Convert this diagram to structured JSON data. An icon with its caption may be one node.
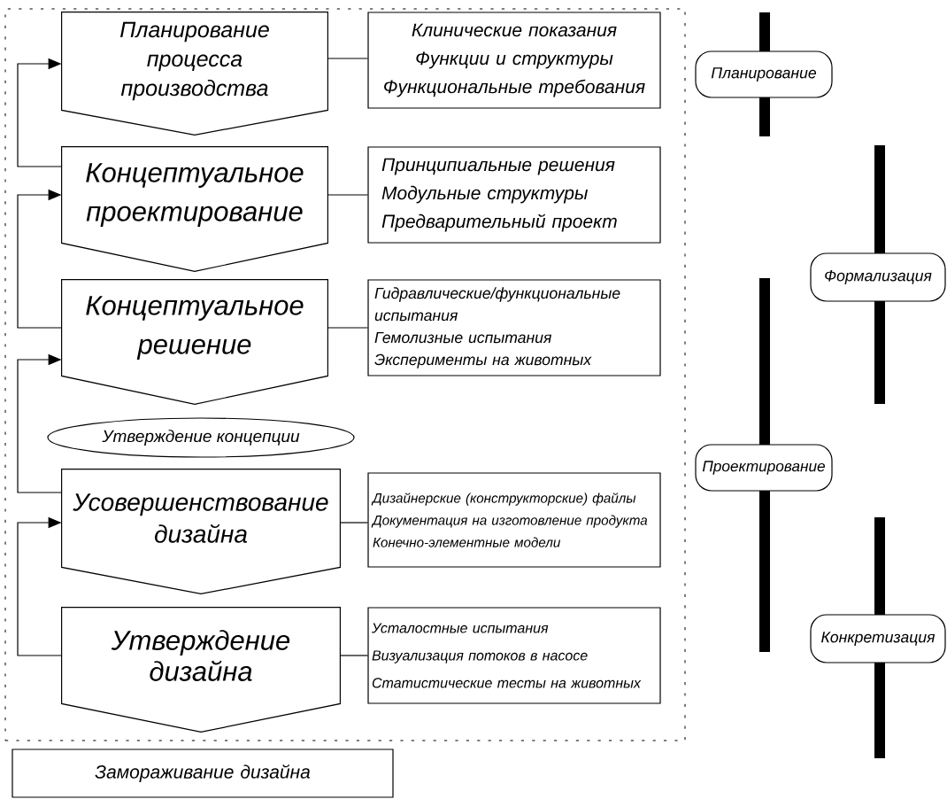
{
  "diagram": {
    "nodes": [
      {
        "text": [],
        "shape": "box"
      },
      {
        "text": [
          "Планирование процесса производства"
        ],
        "in": 0
      },
      {
        "text": [
          "Клинические показания",
          "Функции и структуры",
          "Функциональные требования"
        ],
        "in": 0
      },
      {
        "text": [
          "Концептуальное проектирование"
        ],
        "in": 0
      },
      {
        "text": [
          "Принципиальные решения",
          "Модульные структуры",
          "Предварительный проект"
        ],
        "in": 0
      },
      {
        "text": [
          "Концептуальное решение"
        ],
        "in": 0
      },
      {
        "text": [
          "Гидравлические/функциональные испытания",
          "Гемолизные испытания",
          "Эксперименты на животных"
        ],
        "in": 0
      },
      {
        "text": [
          "Утверждение концепции"
        ],
        "in": 0
      },
      {
        "text": [
          "Усовершенствование дизайна"
        ],
        "in": 0
      },
      {
        "text": [
          "Дизайнерские (конструкторские) файлы",
          "Документация на изготовление продукта",
          "Конечно-элементные модели"
        ],
        "in": 0
      },
      {
        "text": [
          "Утверждение дизайна"
        ],
        "in": 0
      },
      {
        "text": [
          "Усталостные испытания",
          "Визуализация потоков в насосе",
          "Статистические тесты на животных"
        ],
        "in": 0
      },
      {
        "text": [
          "Замораживание дизайна"
        ]
      },
      {
        "text": [
          "Планирование"
        ]
      },
      {
        "text": [
          "Формализация"
        ]
      },
      {
        "text": [
          "Проектирование"
        ]
      },
      {
        "text": [
          "Конкретизация"
        ]
      }
    ],
    "edges": [
      {
        "from": 1,
        "to": 2,
        "arrow": "none"
      },
      {
        "from": 3,
        "to": 4,
        "arrow": "none"
      },
      {
        "from": 5,
        "to": 6,
        "arrow": "none"
      },
      {
        "from": 8,
        "to": 9,
        "arrow": "none"
      },
      {
        "from": 10,
        "to": 11,
        "arrow": "none"
      },
      {
        "from": 3,
        "to": 1,
        "arrow": "to"
      },
      {
        "from": 5,
        "to": 3,
        "arrow": "to"
      },
      {
        "from": 8,
        "to": 5,
        "arrow": "to"
      },
      {
        "from": 10,
        "to": 8,
        "arrow": "to"
      }
    ]
  }
}
